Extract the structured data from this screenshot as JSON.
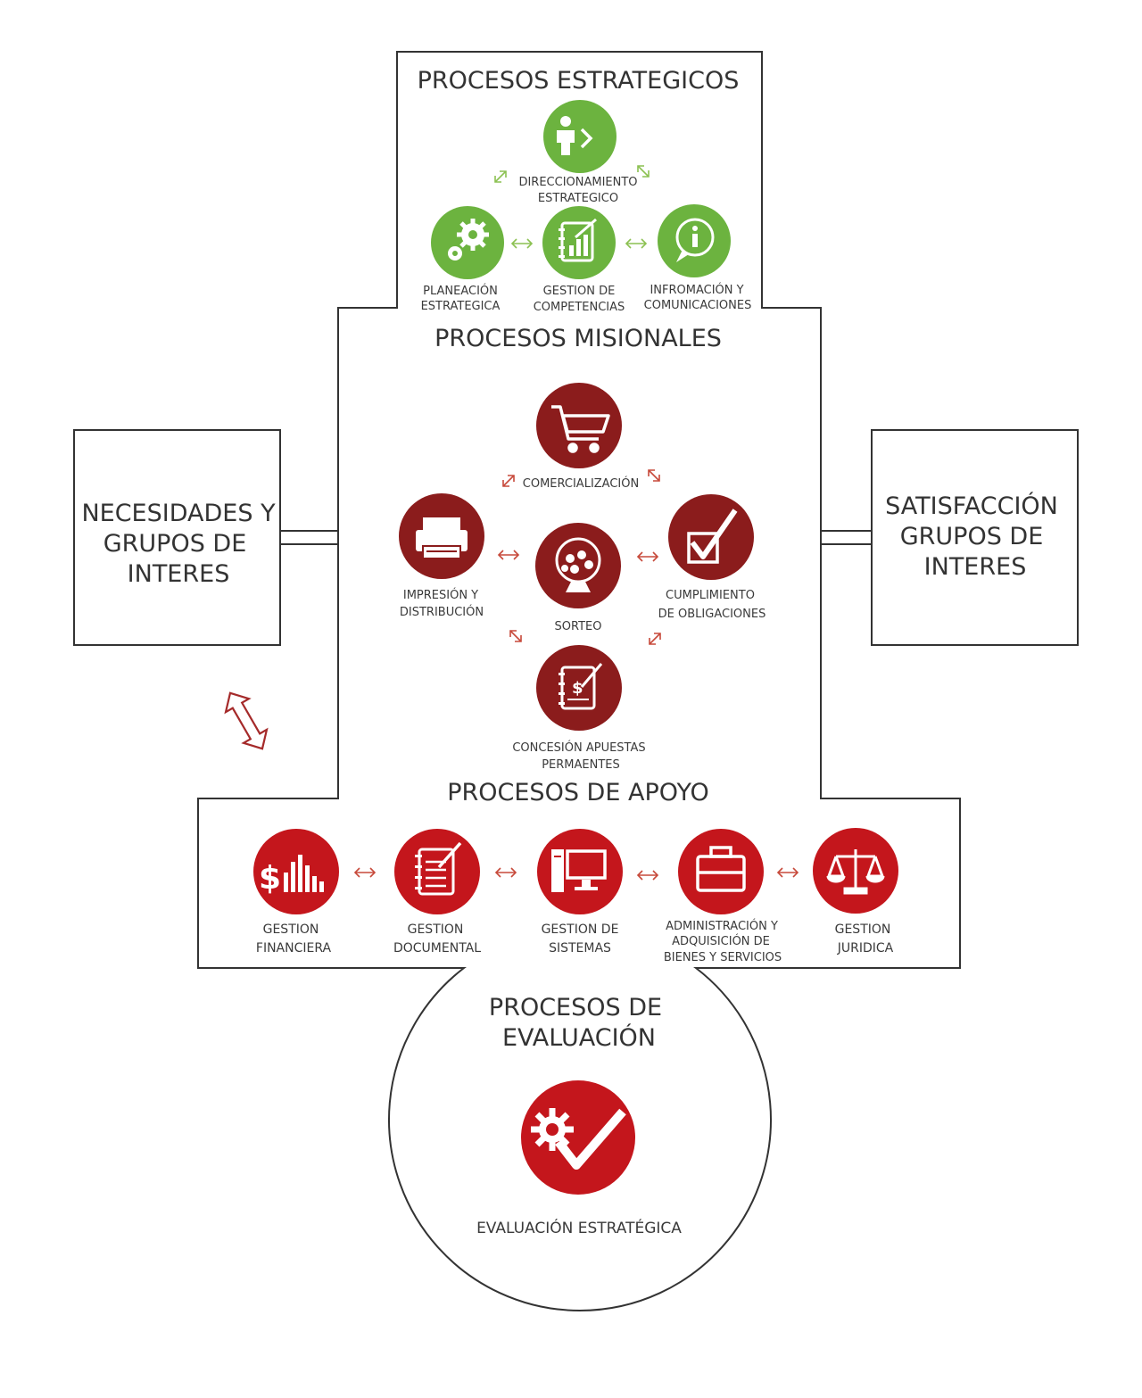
{
  "colors": {
    "green": "#6cb33f",
    "dark_red": "#8b1c1c",
    "red": "#c4161c",
    "outline": "#333333",
    "arrow_green": "#8cc152",
    "arrow_red": "#c7493a"
  },
  "sections": {
    "strategic": "PROCESOS ESTRATEGICOS",
    "missional": "PROCESOS MISIONALES",
    "support": "PROCESOS DE APOYO",
    "evaluation_line1": "PROCESOS DE",
    "evaluation_line2": "EVALUACIÓN"
  },
  "left_box": {
    "line1": "NECESIDADES Y",
    "line2": "GRUPOS DE",
    "line3": "INTERES"
  },
  "right_box": {
    "line1": "SATISFACCIÓN",
    "line2": "GRUPOS DE",
    "line3": "INTERES"
  },
  "strategic": {
    "direccionamiento": {
      "line1": "DIRECCIONAMIENTO",
      "line2": "ESTRATEGICO",
      "icon": "person-arrow-icon"
    },
    "planeacion": {
      "line1": "PLANEACIÓN",
      "line2": "ESTRATEGICA",
      "icon": "gears-icon"
    },
    "competencias": {
      "line1": "GESTION DE",
      "line2": "COMPETENCIAS",
      "icon": "notebook-chart-icon"
    },
    "informacion": {
      "line1": "INFROMACIÓN Y",
      "line2": "COMUNICACIONES",
      "icon": "info-bubble-icon"
    }
  },
  "missional": {
    "comercializacion": {
      "line1": "COMERCIALIZACIÓN",
      "icon": "shopping-cart-icon"
    },
    "impresion": {
      "line1": "IMPRESIÓN Y",
      "line2": "DISTRIBUCIÓN",
      "icon": "printer-icon"
    },
    "sorteo": {
      "line1": "SORTEO",
      "icon": "lottery-drum-icon"
    },
    "cumplimiento": {
      "line1": "CUMPLIMIENTO",
      "line2": "DE OBLIGACIONES",
      "icon": "checkbox-icon"
    },
    "concesion": {
      "line1": "CONCESIÓN APUESTAS",
      "line2": "PERMAENTES",
      "icon": "notebook-dollar-icon"
    }
  },
  "support": {
    "financiera": {
      "line1": "GESTION",
      "line2": "FINANCIERA",
      "icon": "dollar-bars-icon"
    },
    "documental": {
      "line1": "GESTION",
      "line2": "DOCUMENTAL",
      "icon": "notebook-pen-icon"
    },
    "sistemas": {
      "line1": "GESTION DE",
      "line2": "SISTEMAS",
      "icon": "computer-icon"
    },
    "administracion": {
      "line1": "ADMINISTRACIÓN Y",
      "line2": "ADQUISICIÓN DE",
      "line3": "BIENES Y SERVICIOS",
      "icon": "briefcase-icon"
    },
    "juridica": {
      "line1": "GESTION",
      "line2": "JURIDICA",
      "icon": "scales-icon"
    }
  },
  "evaluation": {
    "estrategica": {
      "line1": "EVALUACIÓN ESTRATÉGICA",
      "icon": "gear-check-icon"
    }
  }
}
